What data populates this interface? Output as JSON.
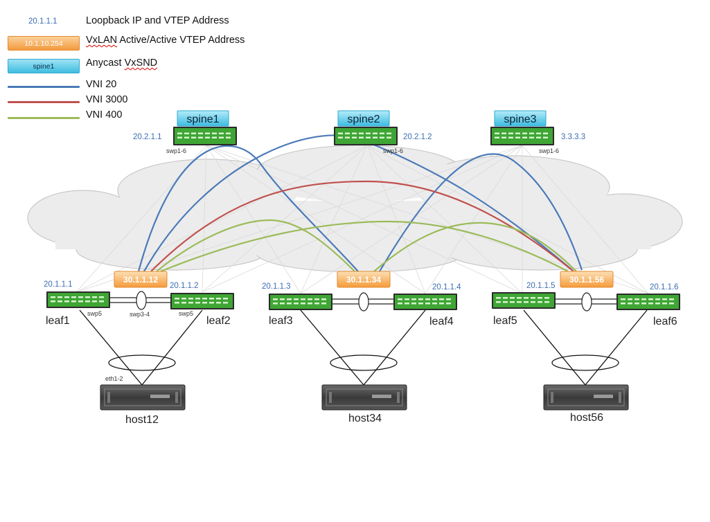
{
  "legend": {
    "loopback_sample": "20.1.1.1",
    "loopback_label": "Loopback IP and VTEP Address",
    "vtep_sample": "10.1.10.254",
    "vtep_label_prefix": "VxLAN",
    "vtep_label_rest": " Active/Active VTEP Address",
    "anycast_sample": "spine1",
    "anycast_label_prefix": "Anycast ",
    "anycast_label_wavy": "VxSND",
    "vni_lines": [
      {
        "label": "VNI 20",
        "color": "#4a7ab8"
      },
      {
        "label": "VNI 3000",
        "color": "#c0504d"
      },
      {
        "label": "VNI 400",
        "color": "#9bbb59"
      }
    ]
  },
  "colors": {
    "loopback_text": "#3b6db3",
    "switch_green": "#3fa535",
    "anycast_blue": "#4cc3e3",
    "vtep_orange": "#f6a04d",
    "cloud": "#e8e8e8"
  },
  "spines": [
    {
      "name": "spine1",
      "ip": "20.2.1.1",
      "ports": "swp1-6"
    },
    {
      "name": "spine2",
      "ip": "20.2.1.2",
      "ports": "swp1-6"
    },
    {
      "name": "spine3",
      "ip": "3.3.3.3",
      "ports": "swp1-6"
    }
  ],
  "leaves": [
    {
      "name": "leaf1",
      "ip": "20.1.1.1"
    },
    {
      "name": "leaf2",
      "ip": "20.1.1.2"
    },
    {
      "name": "leaf3",
      "ip": "20.1.1.3"
    },
    {
      "name": "leaf4",
      "ip": "20.1.1.4"
    },
    {
      "name": "leaf5",
      "ip": "20.1.1.5"
    },
    {
      "name": "leaf6",
      "ip": "20.1.1.6"
    }
  ],
  "vteps": [
    "30.1.1.12",
    "30.1.1.34",
    "30.1.1.56"
  ],
  "hosts": [
    {
      "name": "host12"
    },
    {
      "name": "host34"
    },
    {
      "name": "host56"
    }
  ],
  "port_labels": {
    "leaf1_swp": "swp5",
    "leaf2_swp": "swp5",
    "peerlink": "swp3-4",
    "host_eth": "eth1-2"
  }
}
